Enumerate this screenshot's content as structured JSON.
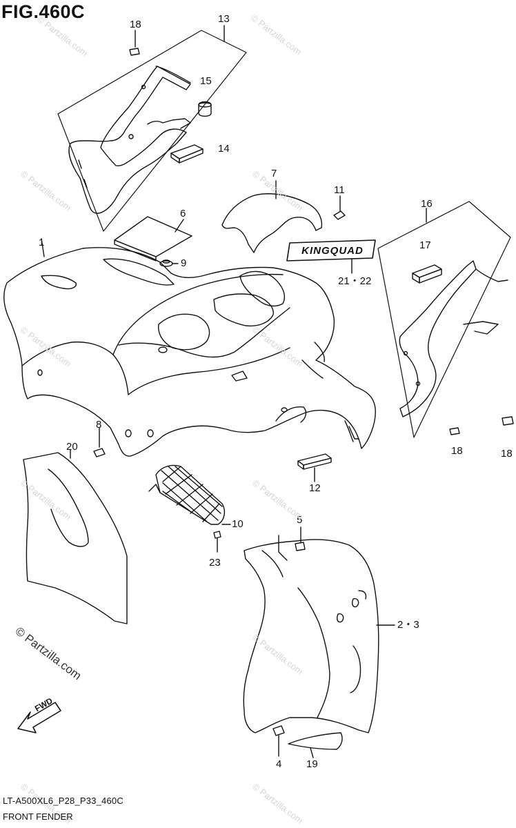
{
  "figure": {
    "title": "FIG.460C",
    "code": "LT-A500XL6_P28_P33_460C",
    "name": "FRONT FENDER"
  },
  "callouts": [
    {
      "id": "label-1",
      "text": "1"
    },
    {
      "id": "label-2-3",
      "text": "2・3"
    },
    {
      "id": "label-4",
      "text": "4"
    },
    {
      "id": "label-5",
      "text": "5"
    },
    {
      "id": "label-6",
      "text": "6"
    },
    {
      "id": "label-7",
      "text": "7"
    },
    {
      "id": "label-8",
      "text": "8"
    },
    {
      "id": "label-9",
      "text": "9"
    },
    {
      "id": "label-10",
      "text": "10"
    },
    {
      "id": "label-11",
      "text": "11"
    },
    {
      "id": "label-12",
      "text": "12"
    },
    {
      "id": "label-13",
      "text": "13"
    },
    {
      "id": "label-14",
      "text": "14"
    },
    {
      "id": "label-15",
      "text": "15"
    },
    {
      "id": "label-16",
      "text": "16"
    },
    {
      "id": "label-17",
      "text": "17"
    },
    {
      "id": "label-18a",
      "text": "18"
    },
    {
      "id": "label-18b",
      "text": "18"
    },
    {
      "id": "label-18c",
      "text": "18"
    },
    {
      "id": "label-19",
      "text": "19"
    },
    {
      "id": "label-20",
      "text": "20"
    },
    {
      "id": "label-21-22",
      "text": "21・22"
    },
    {
      "id": "label-23",
      "text": "23"
    }
  ],
  "decal_text": "KINGQUAD",
  "fwd_text": "FWD",
  "watermark": {
    "main": "© Partzilla.com",
    "tile": "© Partzilla.com"
  }
}
